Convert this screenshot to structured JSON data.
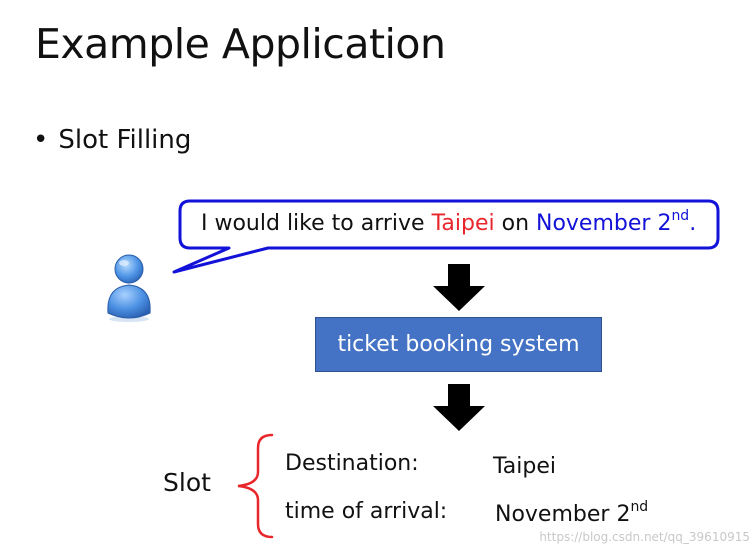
{
  "slide": {
    "title": "Example Application",
    "bullet": "Slot Filling"
  },
  "speech": {
    "prefix": "I would like to arrive ",
    "city": "Taipei",
    "middle": " on ",
    "date": "November 2",
    "date_suffix": "nd",
    "end": "."
  },
  "system": {
    "label": "ticket booking system"
  },
  "slots": {
    "label": "Slot",
    "rows": [
      {
        "key": "Destination:",
        "value": "Taipei",
        "value_suffix": ""
      },
      {
        "key": "time of arrival:",
        "value": "November 2",
        "value_suffix": "nd"
      }
    ]
  },
  "watermark": "https://blog.csdn.net/qq_39610915",
  "colors": {
    "bubble_border": "#1212d8",
    "highlight_red": "#e8262b",
    "highlight_blue": "#1212d8",
    "box_fill": "#4472c4",
    "brace": "#e8262b",
    "arrow": "#000000"
  }
}
